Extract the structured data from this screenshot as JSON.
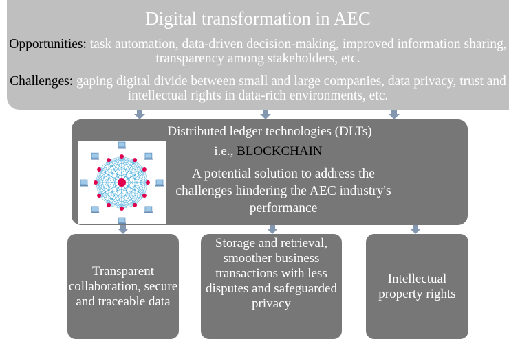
{
  "title": "Digital transformation in AEC",
  "opportunities": {
    "label": "Opportunities:",
    "text": " task automation, data-driven decision-making, improved information sharing, transparency among stakeholders, etc."
  },
  "challenges": {
    "label": "Challenges:",
    "text": " gaping digital divide between small and large companies, data privacy, trust and intellectual rights in data-rich environments, etc."
  },
  "dlt": {
    "line1": "Distributed ledger technologies (DLTs)",
    "line2_prefix": "i.e., ",
    "line2_accent": "BLOCKCHAIN",
    "description": "A potential solution to address the challenges hindering the AEC industry's performance"
  },
  "outcomes": [
    {
      "text": "Transparent collaboration, secure and traceable data"
    },
    {
      "text": "Storage and retrieval, smoother business transactions with less disputes and safeguarded privacy"
    },
    {
      "text": "Intellectual property rights"
    }
  ],
  "colors": {
    "top_box": "#bfbfbf",
    "mid_box": "#777777",
    "arrow": "#8497b0",
    "node_accent": "#e0004d",
    "network_line": "#2a9fd6"
  },
  "icons": {
    "network": "blockchain-network-icon",
    "computer": "computer-icon"
  }
}
